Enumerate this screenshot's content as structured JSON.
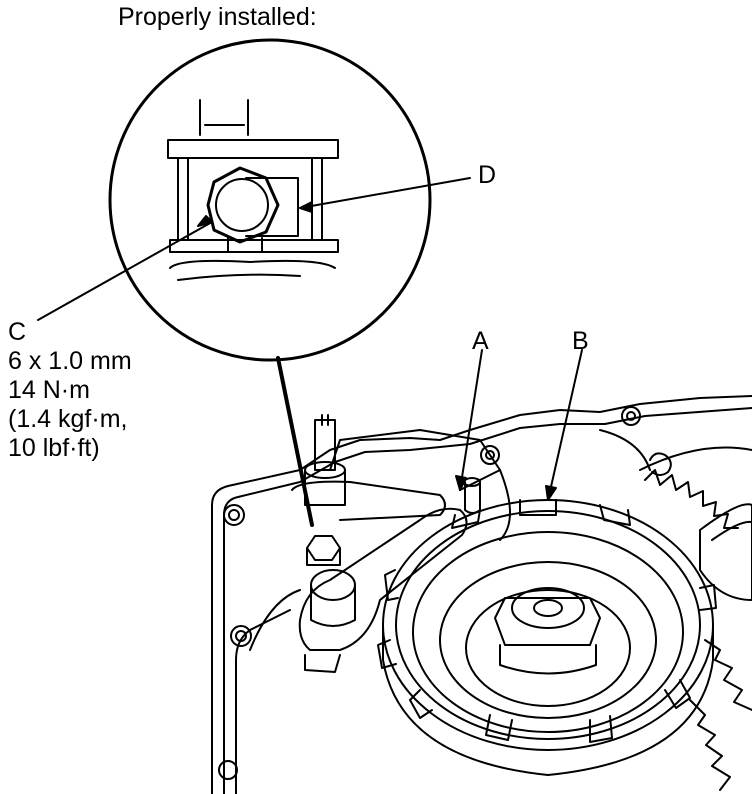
{
  "title": "Properly installed:",
  "callouts": {
    "a": "A",
    "b": "B",
    "c": "C",
    "d": "D"
  },
  "bolt_spec": {
    "size": "6 x 1.0 mm",
    "torque_nm": "14 N·m",
    "torque_kgf": "(1.4 kgf·m,",
    "torque_lbf": "10 lbf·ft)"
  },
  "colors": {
    "line": "#000000",
    "background": "#ffffff"
  }
}
